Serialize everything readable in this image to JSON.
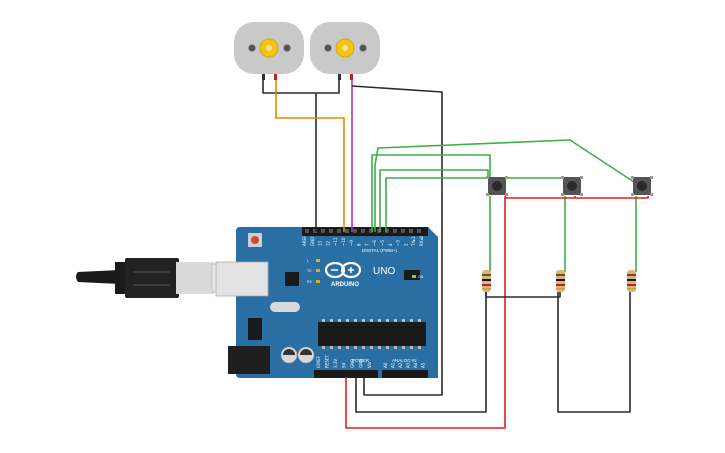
{
  "board": {
    "brand": "ARDUINO",
    "model": "UNO",
    "digital_label": "DIGITAL (PWM~)",
    "power_label": "POWER",
    "analog_label": "ANALOG IN",
    "led_tx": "TX",
    "led_rx": "RX",
    "led_l": "L",
    "led_on": "ON",
    "digital_pins": [
      "AREF",
      "GND",
      "13",
      "12",
      "~11",
      "~10",
      "~9",
      "8",
      "7",
      "~6",
      "~5",
      "4",
      "~3",
      "2",
      "TX▸1",
      "RX◂0"
    ],
    "power_pins": [
      "IOREF",
      "RESET",
      "3.3V",
      "5V",
      "GND",
      "GND",
      "Vin"
    ],
    "analog_pins": [
      "A0",
      "A1",
      "A2",
      "A3",
      "A4",
      "A5"
    ]
  },
  "colors": {
    "board": "#2a6fa3",
    "wire_black": "#2b2b2b",
    "wire_red": "#e02020",
    "wire_green": "#3cb043",
    "wire_orange": "#e08a00",
    "wire_magenta": "#c030b0",
    "motor_body": "#c9c9c9",
    "motor_gear": "#f0c419"
  },
  "components": {
    "motors": [
      {
        "icon": "dc-motor-icon"
      },
      {
        "icon": "dc-motor-icon"
      }
    ],
    "buttons": [
      {
        "icon": "pushbutton-icon"
      },
      {
        "icon": "pushbutton-icon"
      },
      {
        "icon": "pushbutton-icon"
      }
    ],
    "resistors": [
      {
        "icon": "resistor-icon"
      },
      {
        "icon": "resistor-icon"
      },
      {
        "icon": "resistor-icon"
      }
    ],
    "usb": {
      "icon": "usb-cable-icon"
    }
  }
}
